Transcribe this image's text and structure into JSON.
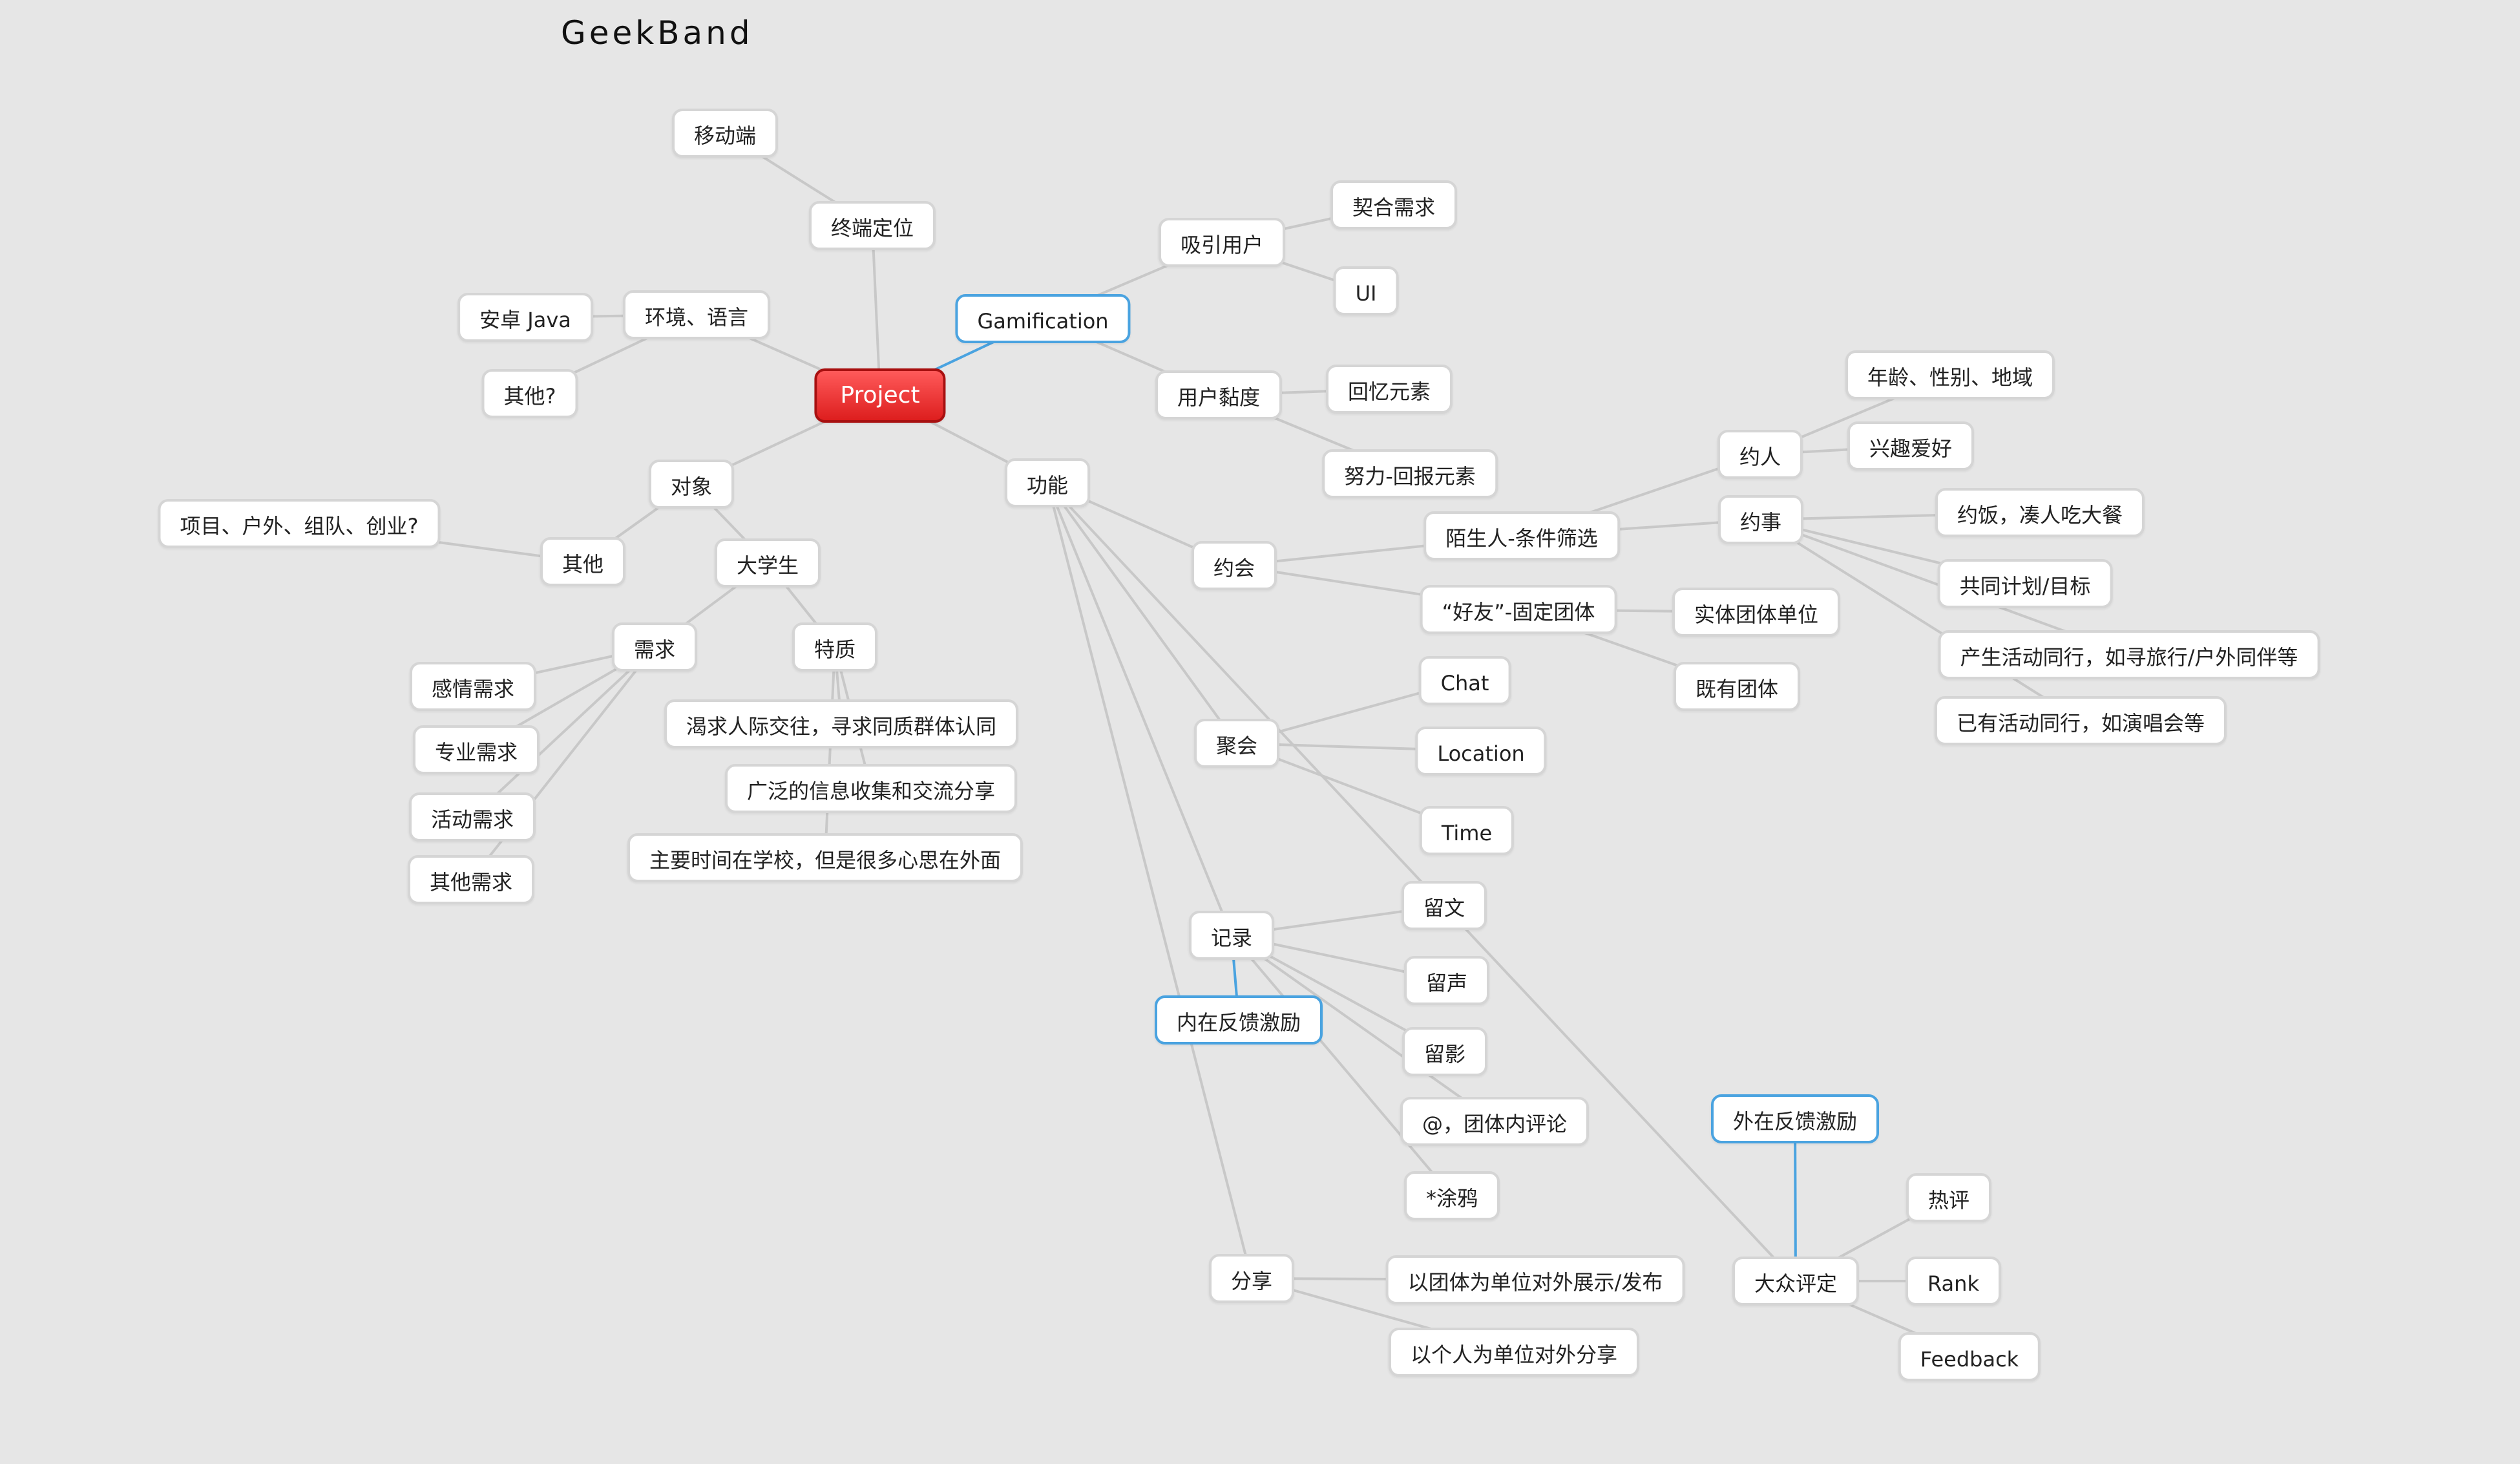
{
  "title": "GeekBand",
  "nodes": {
    "project": "Project",
    "terminal": "终端定位",
    "mobile": "移动端",
    "env": "环境、语言",
    "android": "安卓 Java",
    "other_q": "其他?",
    "target": "对象",
    "target_other": "其他",
    "ventures": "项目、户外、组队、创业?",
    "student": "大学生",
    "needs": "需求",
    "traits": "特质",
    "need_emotion": "感情需求",
    "need_pro": "专业需求",
    "need_activity": "活动需求",
    "need_other": "其他需求",
    "trait_social": "渴求人际交往，寻求同质群体认同",
    "trait_info": "广泛的信息收集和交流分享",
    "trait_time": "主要时间在学校，但是很多心思在外面",
    "gamification": "Gamification",
    "attract": "吸引用户",
    "match_needs": "契合需求",
    "ui": "UI",
    "stickiness": "用户黏度",
    "memory": "回忆元素",
    "reward": "努力-回报元素",
    "features": "功能",
    "dating": "约会",
    "stranger": "陌生人-条件筛选",
    "friends": "“好友”-固定团体",
    "meet_people": "约人",
    "age": "年龄、性别、地域",
    "interest": "兴趣爱好",
    "meet_event": "约事",
    "dinner": "约饭，凑人吃大餐",
    "plan": "共同计划/目标",
    "travel": "产生活动同行，如寻旅行/户外同伴等",
    "concert": "已有活动同行，如演唱会等",
    "entity": "实体团体单位",
    "existing": "既有团体",
    "gather": "聚会",
    "chat": "Chat",
    "location": "Location",
    "time": "Time",
    "record": "记录",
    "intrinsic": "内在反馈激励",
    "msg_text": "留文",
    "msg_voice": "留声",
    "msg_photo": "留影",
    "mention": "@，团体内评论",
    "doodle": "*涂鸦",
    "share": "分享",
    "share_group": "以团体为单位对外展示/发布",
    "share_personal": "以个人为单位对外分享",
    "extrinsic": "外在反馈激励",
    "public_review": "大众评定",
    "hot": "热评",
    "rank": "Rank",
    "feedback": "Feedback"
  },
  "colors": {
    "background": "#e6e6e6",
    "edge": "#c8c8c8",
    "highlight_edge": "#4aa3e0",
    "root_fill": "#ee3333"
  }
}
